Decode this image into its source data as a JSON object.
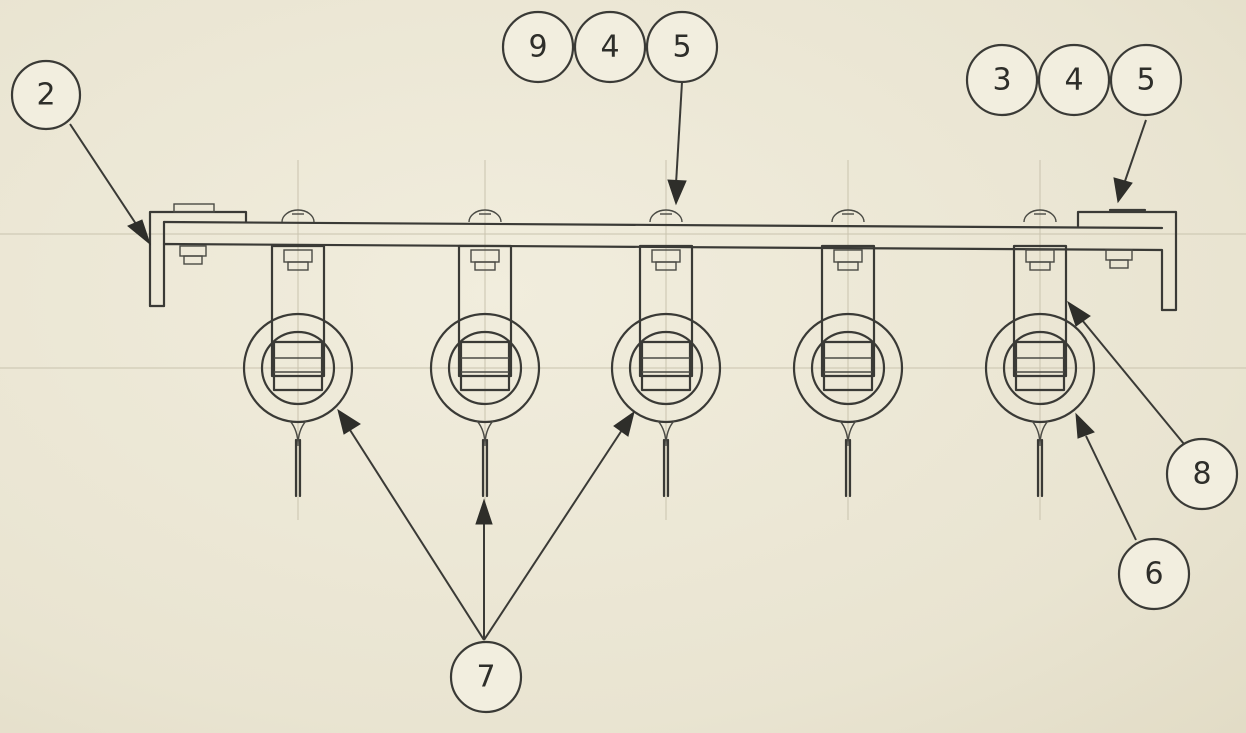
{
  "callouts": {
    "bracket_left": "2",
    "center_group": [
      "9",
      "4",
      "5"
    ],
    "right_group": [
      "3",
      "4",
      "5"
    ],
    "spring_clip": "8",
    "ring_right": "6",
    "rings_group": "7"
  }
}
